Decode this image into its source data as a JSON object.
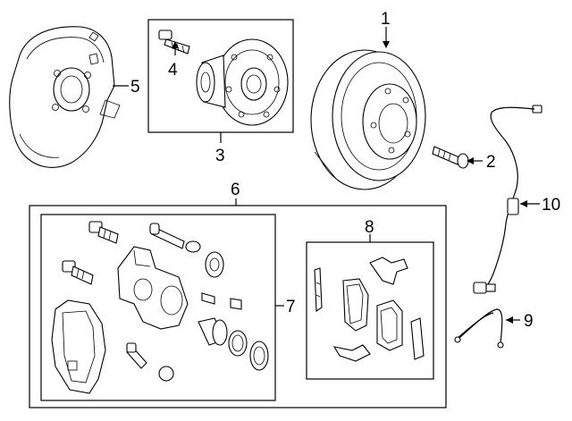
{
  "callouts": {
    "c1": "1",
    "c2": "2",
    "c3": "3",
    "c4": "4",
    "c5": "5",
    "c6": "6",
    "c7": "7",
    "c8": "8",
    "c9": "9",
    "c10": "10"
  },
  "icons": {
    "rotor": "brake-rotor-drawing",
    "bolt": "bolt-drawing",
    "hub": "hub-bearing-drawing",
    "stud": "wheel-stud-drawing",
    "shield": "dust-shield-drawing",
    "caliper": "caliper-drawing",
    "pads": "brake-pad-drawing",
    "hose": "brake-hose-drawing",
    "sensor": "abs-sensor-drawing"
  }
}
